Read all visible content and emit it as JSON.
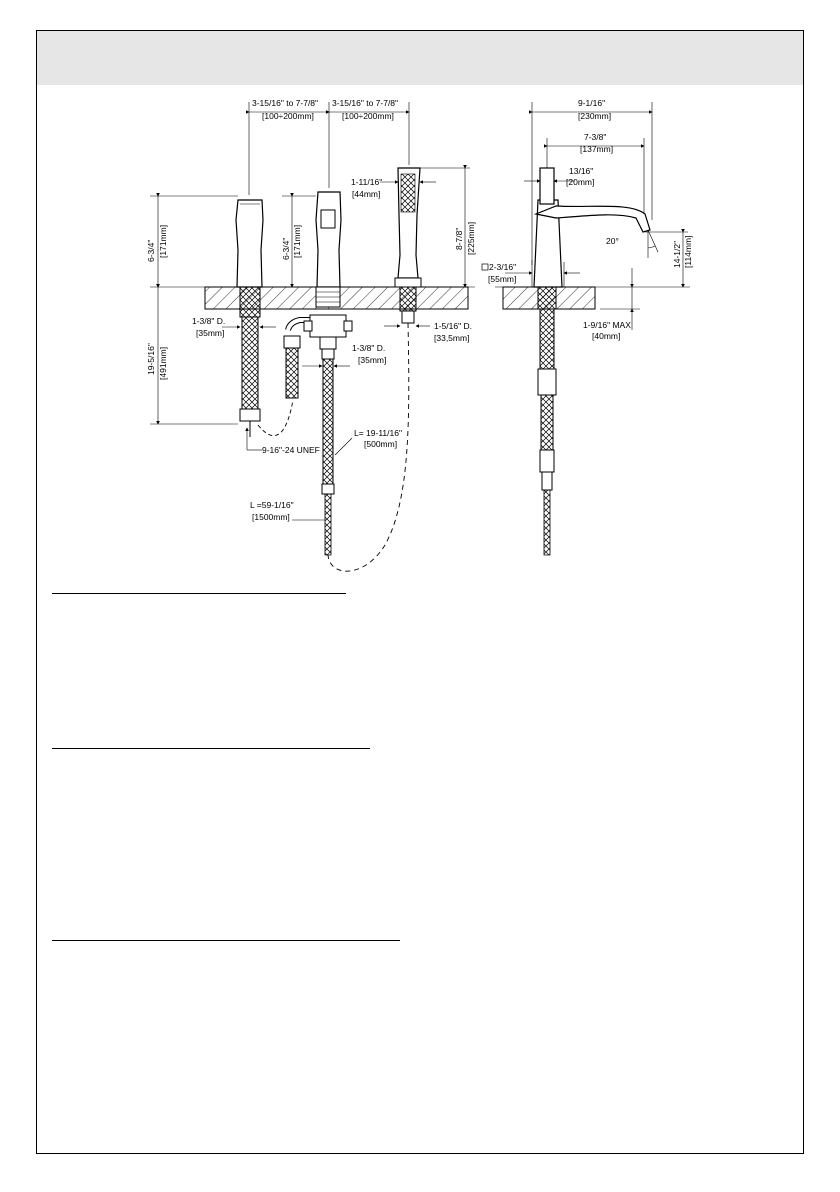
{
  "front_view": {
    "handle_spacing_left": "3-15/16\" to 7-7/8\"",
    "handle_spacing_left_mm": "[100÷200mm]",
    "handle_spacing_right": "3-15/16\" to 7-7/8\"",
    "handle_spacing_right_mm": "[100÷200mm]",
    "handle_height": "6-3/4\"",
    "handle_height_mm": "[171mm]",
    "diverter_height": "6-3/4\"",
    "diverter_height_mm": "[171mm]",
    "handshower_width": "1-11/16\"",
    "handshower_width_mm": "[44mm]",
    "handshower_height": "8-7/8\"",
    "handshower_height_mm": "[225mm]",
    "under_deck_length": "19-5/16\"",
    "under_deck_length_mm": "[491mm]",
    "hole_diameter_left": "1-3/8\" D.",
    "hole_diameter_left_mm": "[35mm]",
    "hole_diameter_mid": "1-3/8\" D.",
    "hole_diameter_mid_mm": "[35mm]",
    "hole_diameter_shower": "1-5/16\" D.",
    "hole_diameter_shower_mm": "[33,5mm]",
    "thread": "9-16\"-24 UNEF",
    "hose_short": "L= 19-11/16\"",
    "hose_short_mm": "[500mm]",
    "hose_long": "L =59-1/16\"",
    "hose_long_mm": "[1500mm]"
  },
  "side_view": {
    "overall_depth": "9-1/16\"",
    "overall_depth_mm": "[230mm]",
    "spout_reach": "7-3/8\"",
    "spout_reach_mm": "[137mm]",
    "spout_width": "13/16\"",
    "spout_width_mm": "[20mm]",
    "spout_angle": "20°",
    "spout_height": "14-1/2\"",
    "spout_height_mm": "[114mm]",
    "base_square": "2-3/16\"",
    "base_square_mm": "[55mm]",
    "deck_max": "1-9/16\" MAX",
    "deck_max_mm": "[40mm]"
  }
}
